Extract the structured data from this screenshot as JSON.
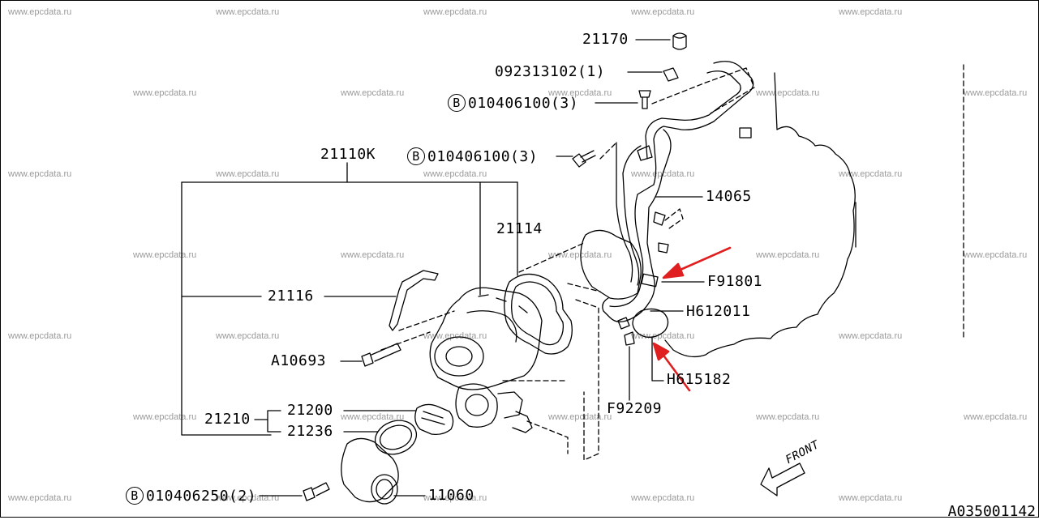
{
  "watermark": "www.epcdata.ru",
  "bolt_prefix": "B",
  "labels": {
    "p21170": "21170",
    "p092313102": "092313102(1)",
    "p010406100a": "010406100(3)",
    "p010406100b": "010406100(3)",
    "p21110k": "21110K",
    "p14065": "14065",
    "p21114": "21114",
    "pF91801": "F91801",
    "p21116": "21116",
    "pH612011": "H612011",
    "pA10693": "A10693",
    "pH615182": "H615182",
    "pF92209": "F92209",
    "p21200": "21200",
    "p21210": "21210",
    "p21236": "21236",
    "p010406250": "010406250(2)",
    "p11060": "11060",
    "front": "FRONT"
  },
  "diagram_code": "A035001142",
  "colors": {
    "ink": "#000000",
    "arrow": "#e02020",
    "watermark": "#9a9a9a"
  }
}
